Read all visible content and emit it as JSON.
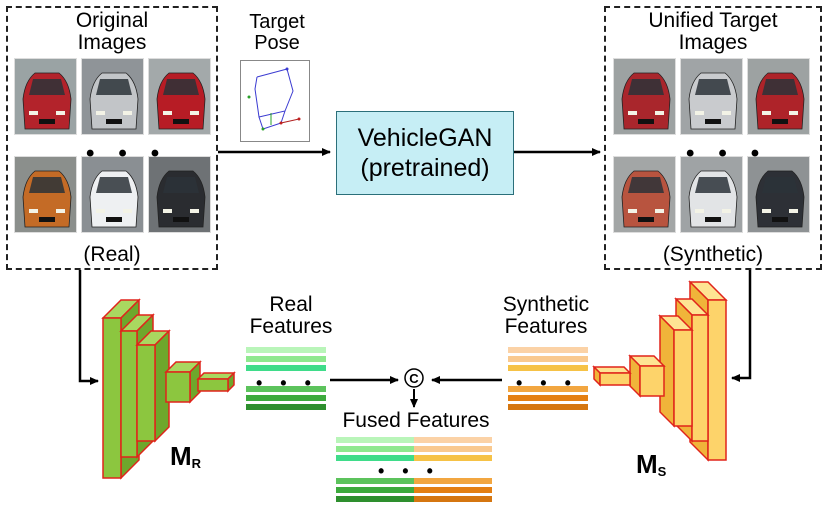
{
  "left_panel": {
    "title_line1": "Original",
    "title_line2": "Images",
    "caption": "(Real)",
    "dots": "•••",
    "thumbnails": [
      {
        "name": "red-taxi",
        "body": "#b3232b",
        "bg": "#9aa3a4"
      },
      {
        "name": "silver-car",
        "body": "#c2c5c8",
        "bg": "#8f9498"
      },
      {
        "name": "red-taxi-front",
        "body": "#b71c25",
        "bg": "#a3a9aa"
      },
      {
        "name": "orange-car",
        "body": "#c46b26",
        "bg": "#8b8f8c"
      },
      {
        "name": "white-car",
        "body": "#eef0f2",
        "bg": "#8a8f93"
      },
      {
        "name": "black-car",
        "body": "#2a2c30",
        "bg": "#6e7275"
      }
    ]
  },
  "target_pose": {
    "label_line1": "Target",
    "label_line2": "Pose"
  },
  "gan": {
    "line1": "VehicleGAN",
    "line2": "(pretrained)"
  },
  "right_panel": {
    "title_line1": "Unified Target",
    "title_line2": "Images",
    "caption": "(Synthetic)",
    "dots": "•••",
    "thumbnails": [
      {
        "name": "red-taxi-synth",
        "body": "#a9262c",
        "bg": "#9da2a2"
      },
      {
        "name": "silver-car-synth",
        "body": "#c9cbce",
        "bg": "#a0a4a6"
      },
      {
        "name": "red-taxi-synth-2",
        "body": "#ae2329",
        "bg": "#9da2a2"
      },
      {
        "name": "red-car-synth",
        "body": "#b8543f",
        "bg": "#a3a6a6"
      },
      {
        "name": "white-car-synth",
        "body": "#e2e4e6",
        "bg": "#9fa3a5"
      },
      {
        "name": "black-car-synth",
        "body": "#2d3036",
        "bg": "#8e9294"
      }
    ]
  },
  "real_features": {
    "label_line1": "Real",
    "label_line2": "Features",
    "dots": "•••"
  },
  "synthetic_features": {
    "label_line1": "Synthetic",
    "label_line2": "Features",
    "dots": "•••"
  },
  "fused_features": {
    "label": "Fused Features",
    "dots": "•••"
  },
  "concat_symbol": "C",
  "model_real": {
    "symbol": "M",
    "subscript": "R"
  },
  "model_synthetic": {
    "symbol": "M",
    "subscript": "S"
  },
  "colors": {
    "green_dark": "#3daa3d",
    "green_mid": "#6dd36d",
    "green_light": "#b9f5b9",
    "green_face": "#86c94a",
    "orange_dark": "#e47f12",
    "orange_mid": "#f6c246",
    "orange_light": "#fbd2a6",
    "yellow_face": "#fdd36a",
    "edge_red": "#e0241b",
    "gan_fill": "#c6eef5"
  }
}
